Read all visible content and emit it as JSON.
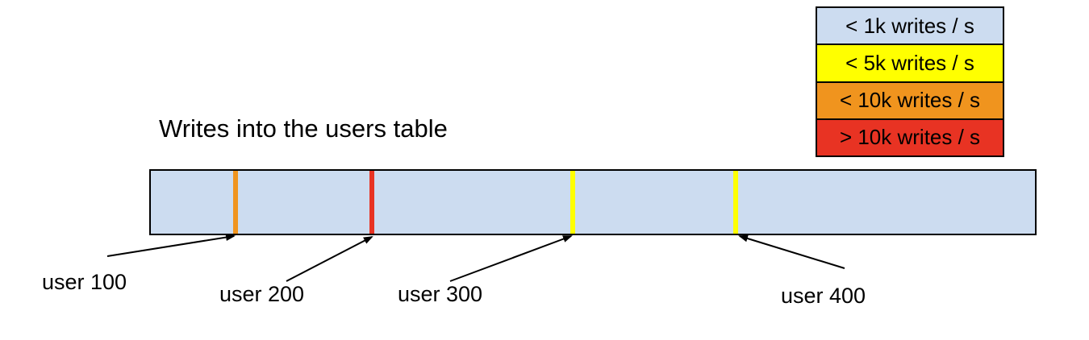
{
  "title": "Writes into the users table",
  "legend": {
    "items": [
      {
        "label": "< 1k writes / s",
        "color": "#ccdcf0"
      },
      {
        "label": "< 5k writes / s",
        "color": "#ffff00"
      },
      {
        "label": "< 10k writes / s",
        "color": "#f0941e"
      },
      {
        "label": "> 10k writes / s",
        "color": "#e83323"
      }
    ]
  },
  "bar": {
    "fill": "#ccdcf0",
    "border_color": "#000000",
    "stripes": [
      {
        "user": "user 100",
        "color": "#f0941e"
      },
      {
        "user": "user 200",
        "color": "#e83323"
      },
      {
        "user": "user 300",
        "color": "#ffff00"
      },
      {
        "user": "user 400",
        "color": "#ffff00"
      }
    ]
  },
  "labels": [
    {
      "text": "user 100"
    },
    {
      "text": "user 200"
    },
    {
      "text": "user 300"
    },
    {
      "text": "user 400"
    }
  ]
}
